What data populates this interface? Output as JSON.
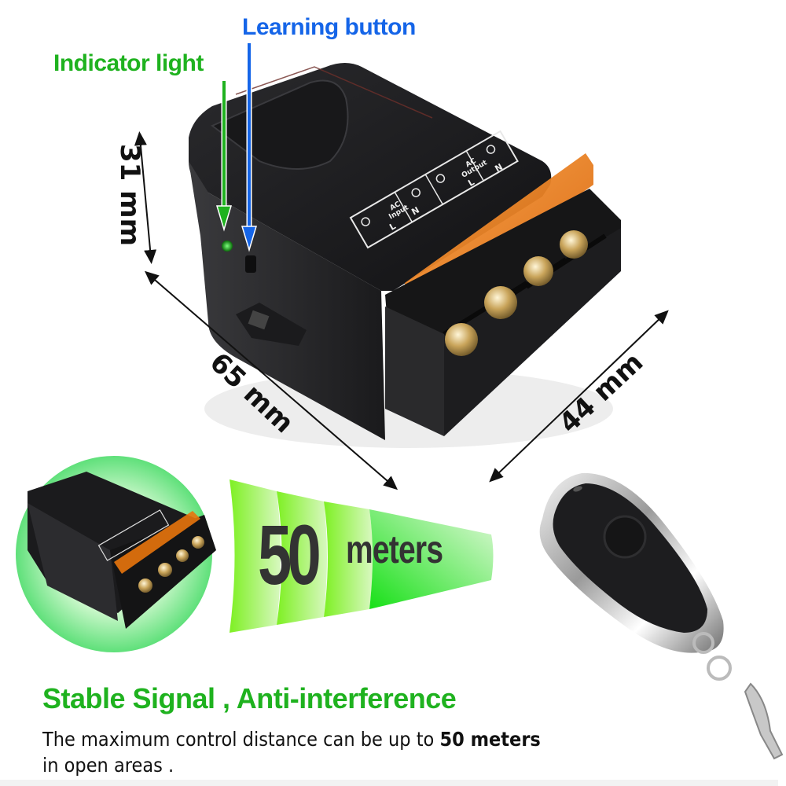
{
  "callouts": {
    "learning_button": "Learning button",
    "indicator_light": "Indicator light"
  },
  "dimensions": {
    "height": "31 mm",
    "length": "65 mm",
    "width": "44 mm"
  },
  "device_panel": {
    "input_block": {
      "title_line1": "AC",
      "title_line2": "Input",
      "terminal_left": "L",
      "terminal_right": "N"
    },
    "output_block": {
      "title_line1": "AC",
      "title_line2": "Output",
      "terminal_left": "L",
      "terminal_right": "N"
    }
  },
  "range_banner": {
    "number": "50",
    "unit": "meters"
  },
  "feature": {
    "heading": "Stable Signal , Anti-interference",
    "description_prefix": "The maximum control distance can be up to ",
    "description_bold": "50 meters",
    "description_suffix": "in open areas ."
  },
  "colors": {
    "callout_blue": "#1565e8",
    "callout_green": "#1fb21f",
    "heading_green": "#1fb21f",
    "device_body": "#1c1c1e",
    "terminal_cover": "#e8740c",
    "range_green": "#5fe62a",
    "text_dark": "#333333"
  }
}
